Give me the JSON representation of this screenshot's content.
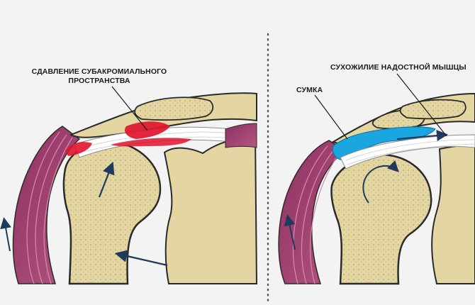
{
  "labels": {
    "compression_line1": "СДАВЛЕНИЕ СУБАКРОМИАЛЬНОГО",
    "compression_line2": "ПРОСТРАНСТВА",
    "supraspinatus_tendon": "СУХОЖИЛИЕ НАДОСТНОЙ МЫШЦЫ",
    "bursa": "СУМКА"
  },
  "colors": {
    "background": "#f3f3f3",
    "bone_fill": "#e3d6a2",
    "bone_outline": "#2a2a2a",
    "muscle": "#9b3d6e",
    "muscle_stripe": "#c77aa0",
    "tendon": "#ffffff",
    "inflammation_red": "#e0142c",
    "bursa_blue": "#1aa6e0",
    "arrow": "#1e3a5c",
    "divider": "#555555"
  }
}
